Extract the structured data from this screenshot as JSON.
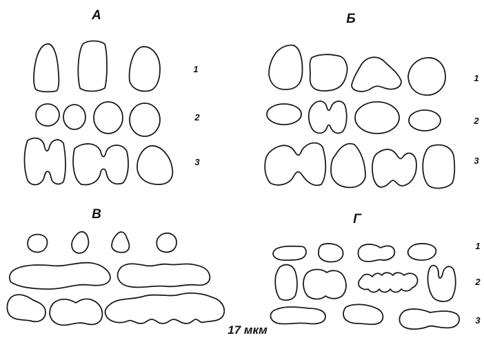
{
  "panels": {
    "a": {
      "label": "А",
      "rows": [
        "1",
        "2",
        "3"
      ]
    },
    "b": {
      "label": "Б",
      "rows": [
        "1",
        "2",
        "3"
      ]
    },
    "c": {
      "label": "В"
    },
    "d": {
      "label": "Г",
      "rows": [
        "1",
        "2",
        "3"
      ]
    }
  },
  "scale_label": "17 мкм",
  "colors": {
    "stroke": "#1a1a1a",
    "background": "#ffffff"
  }
}
